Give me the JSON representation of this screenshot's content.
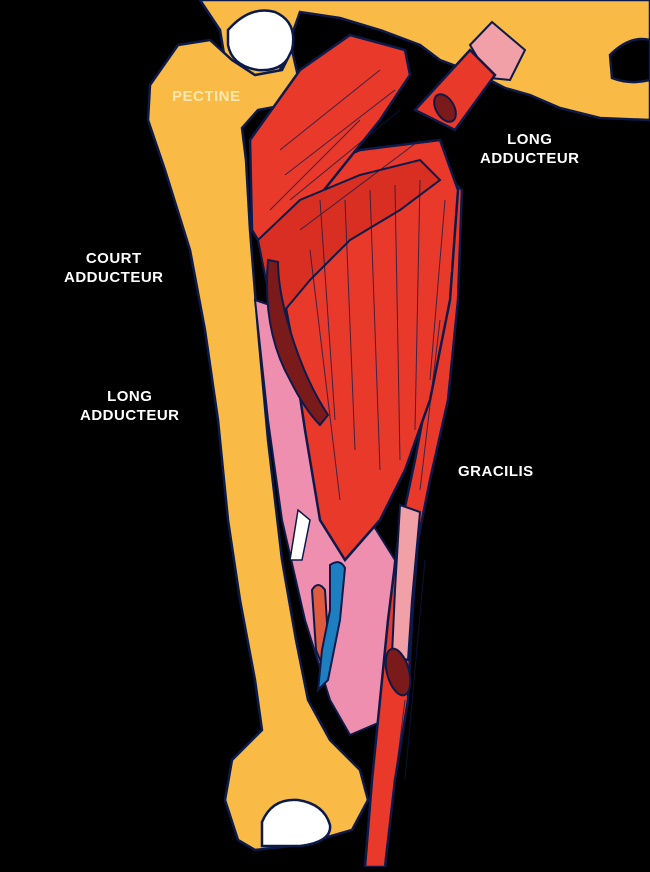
{
  "labels": {
    "pectine": "PECTINE",
    "long_adducteur_right": [
      "LONG",
      "ADDUCTEUR"
    ],
    "court_adducteur": [
      "COURT",
      "ADDUCTEUR"
    ],
    "long_adducteur_left": [
      "LONG",
      "ADDUCTEUR"
    ],
    "gracilis": "GRACILIS"
  },
  "colors": {
    "background": "#000000",
    "bone": "#f9bb45",
    "muscle": "#e8392a",
    "muscle_dark": "#d92f22",
    "tendon": "#f0a0a6",
    "fascia_pink": "#ee8fb0",
    "artery": "#e05a3e",
    "vein": "#1d7ec0",
    "cartilage": "#ffffff",
    "outline": "#0b1a4a",
    "label_text": "#ffffff",
    "label_pectine": "#fde7b0"
  }
}
